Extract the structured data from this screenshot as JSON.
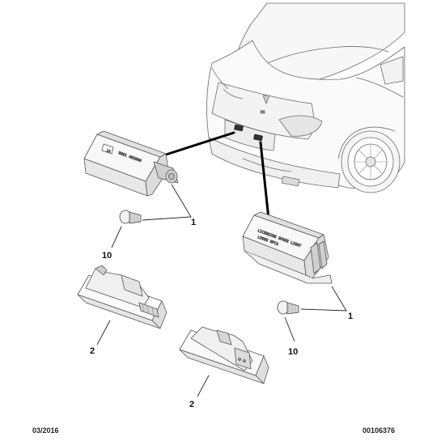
{
  "footer": {
    "date": "03/2016",
    "reference": "00106376"
  },
  "callouts": {
    "lamp_left": "1",
    "lamp_right": "1",
    "bulb_left": "10",
    "bulb_right": "10",
    "housing_left": "2",
    "housing_right": "2"
  },
  "part_labels": {
    "lamp_left_line1": "9801 405800",
    "lamp_left_line2": "1A",
    "lamp_right_line1": "LICENSING SPAKE LIGHT",
    "lamp_right_line2": "LS999 HPCA"
  }
}
